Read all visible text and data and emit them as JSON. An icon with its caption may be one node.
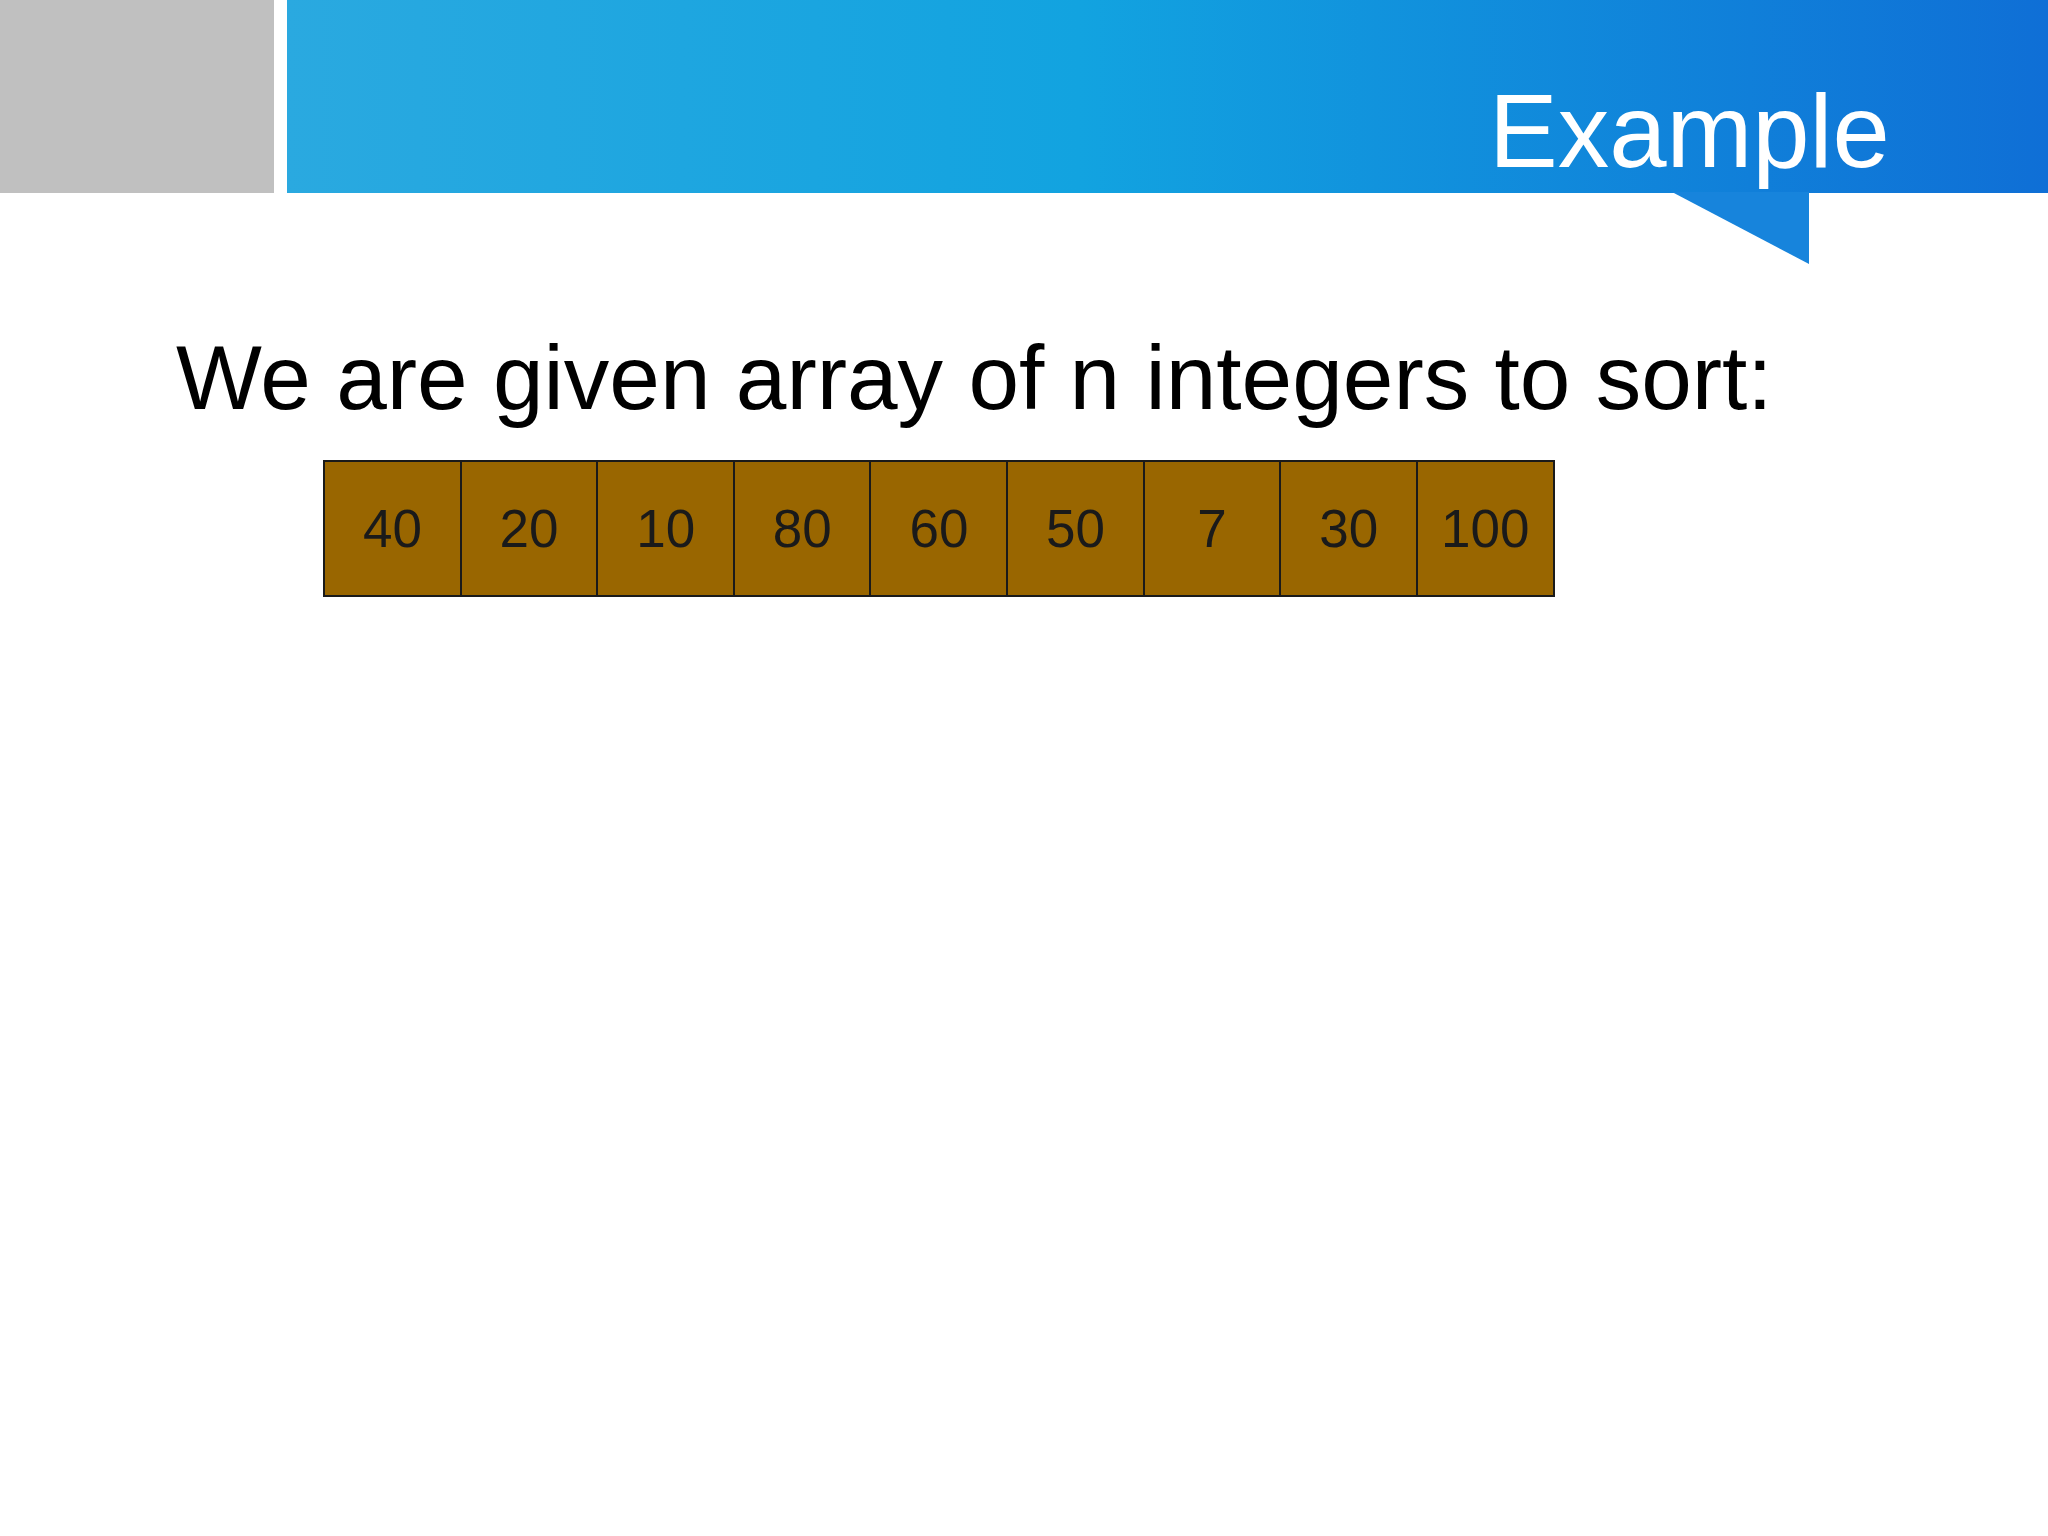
{
  "diagram": {
    "title": "Example",
    "nodes": [
      {
        "text": [
          "40"
        ]
      },
      {
        "text": [
          "20"
        ]
      },
      {
        "text": [
          "10"
        ]
      },
      {
        "text": [
          "80"
        ]
      },
      {
        "text": [
          "60"
        ]
      },
      {
        "text": [
          "50"
        ]
      },
      {
        "text": [
          "7"
        ]
      },
      {
        "text": [
          "30"
        ]
      },
      {
        "text": [
          "100"
        ]
      }
    ],
    "labels": [
      "We are given array of n integers to sort:"
    ]
  }
}
